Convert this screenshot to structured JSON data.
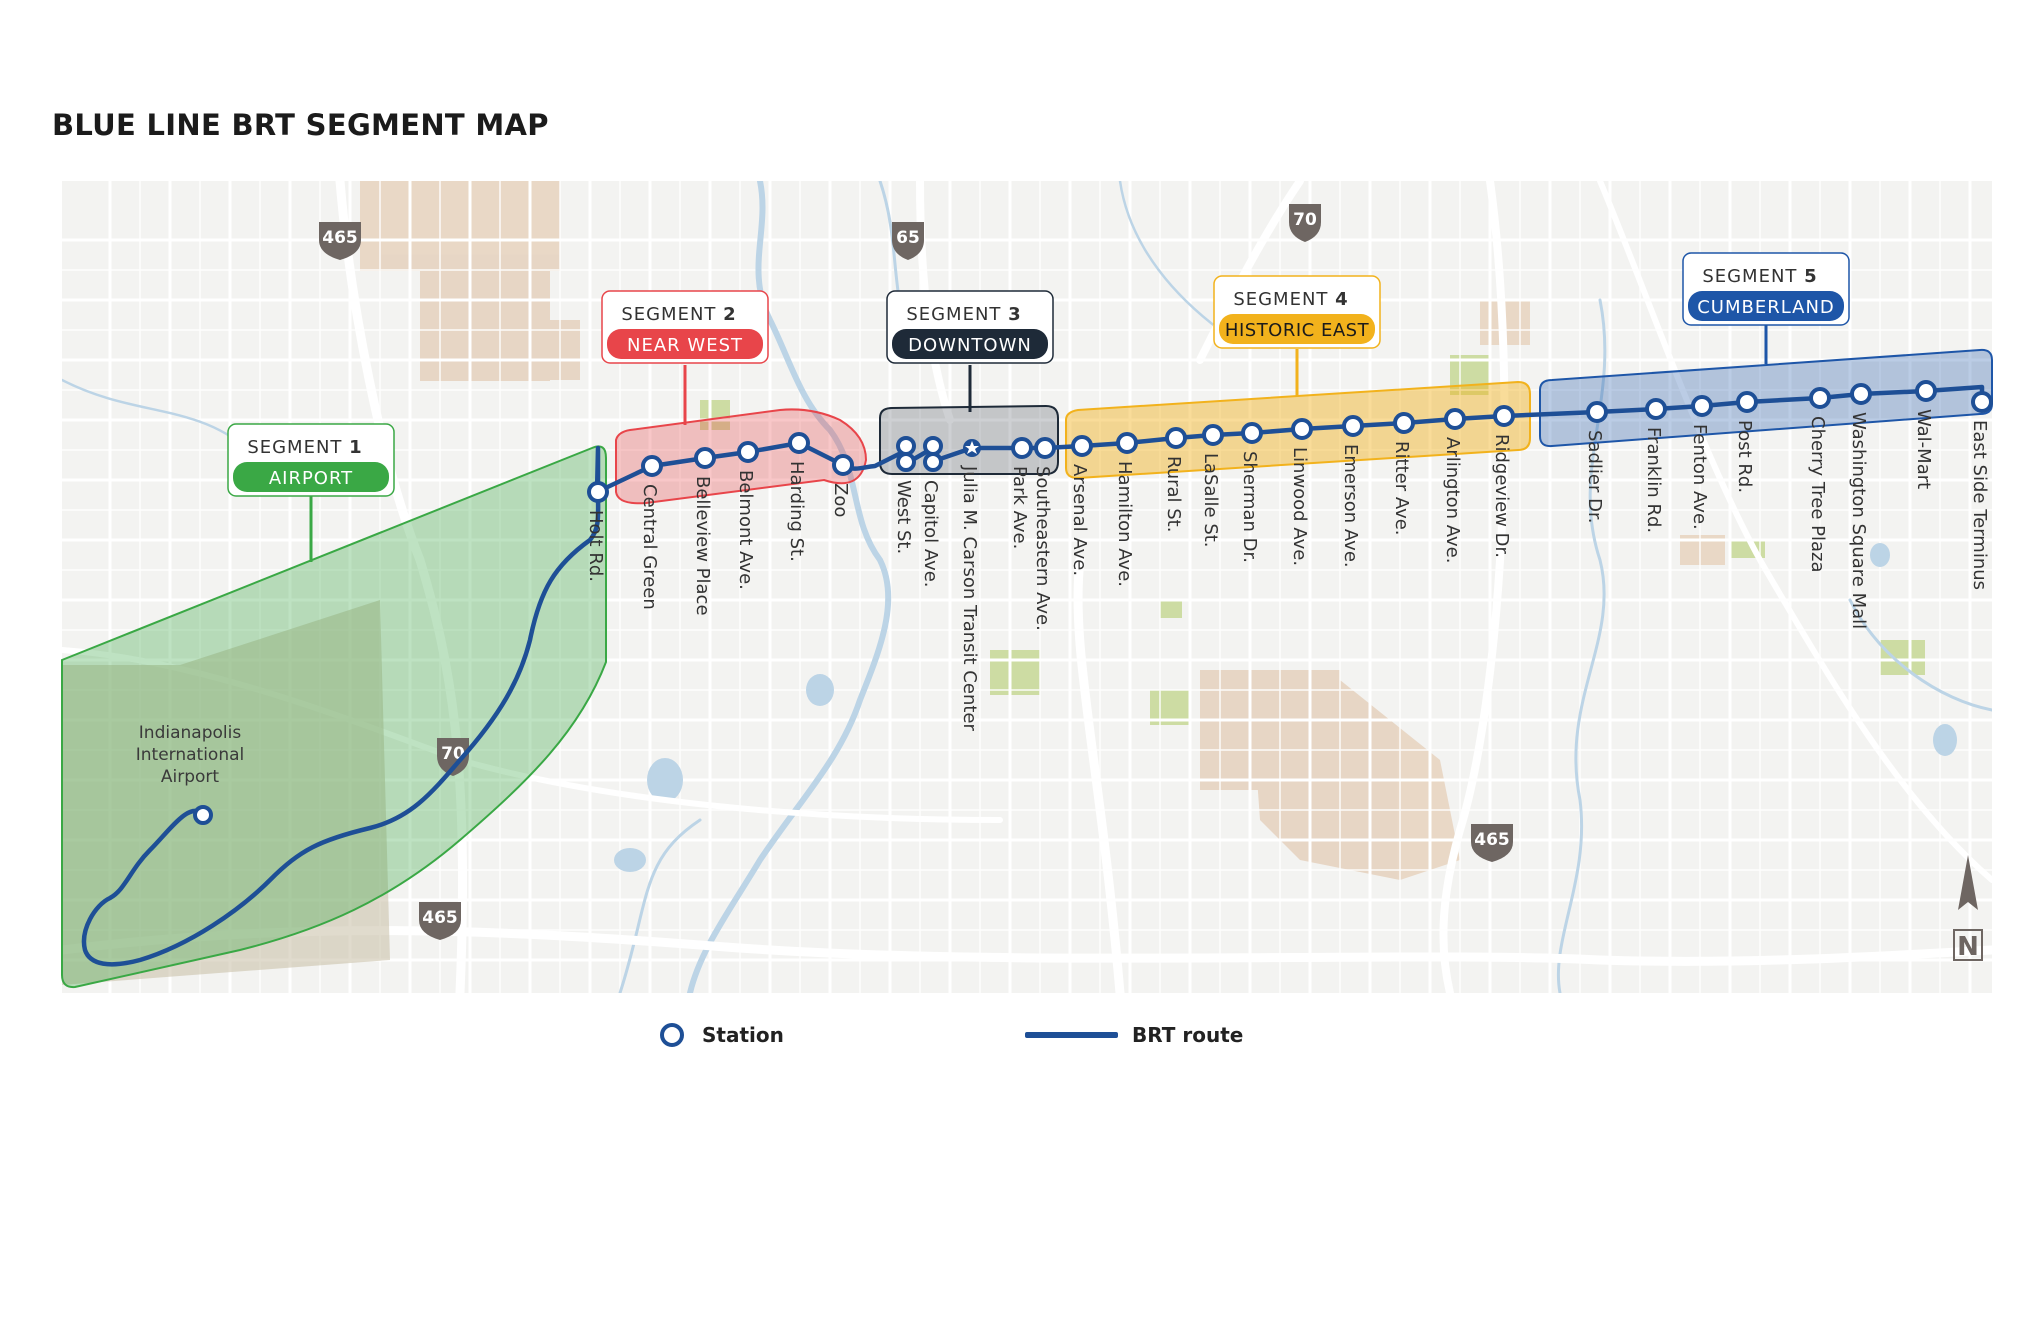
{
  "title": "BLUE LINE BRT SEGMENT MAP",
  "colors": {
    "route": "#1e4f96",
    "segment_1": "#3aa845",
    "segment_2": "#e8454a",
    "segment_3": "#1e2a38",
    "segment_4": "#f2b21c",
    "segment_5": "#1e56a8"
  },
  "airport_label": [
    "Indianapolis",
    "International",
    "Airport"
  ],
  "highway_shields": [
    {
      "number": "465",
      "type": "interstate"
    },
    {
      "number": "65",
      "type": "interstate"
    },
    {
      "number": "70",
      "type": "interstate"
    },
    {
      "number": "70",
      "type": "interstate"
    },
    {
      "number": "465",
      "type": "interstate"
    },
    {
      "number": "465",
      "type": "interstate"
    }
  ],
  "segments": [
    {
      "prefix": "SEGMENT",
      "number": "1",
      "name": "AIRPORT"
    },
    {
      "prefix": "SEGMENT",
      "number": "2",
      "name": "NEAR WEST"
    },
    {
      "prefix": "SEGMENT",
      "number": "3",
      "name": "DOWNTOWN"
    },
    {
      "prefix": "SEGMENT",
      "number": "4",
      "name": "HISTORIC EAST"
    },
    {
      "prefix": "SEGMENT",
      "number": "5",
      "name": "CUMBERLAND"
    }
  ],
  "stations": [
    "Holt Rd.",
    "Central Green",
    "Belleview Place",
    "Belmont Ave.",
    "Harding St.",
    "Zoo",
    "West St.",
    "Capitol Ave.",
    "Julia M. Carson Transit Center",
    "Park Ave.",
    "Southeastern Ave.",
    "Arsenal Ave.",
    "Hamilton Ave.",
    "Rural St.",
    "LaSalle St.",
    "Sherman Dr.",
    "Linwood Ave.",
    "Emerson Ave.",
    "Ritter Ave.",
    "Arlington Ave.",
    "Ridgeview Dr.",
    "Sadlier Dr.",
    "Franklin Rd.",
    "Fenton Ave.",
    "Post Rd.",
    "Cherry Tree Plaza",
    "Washington Square Mall",
    "Wal-Mart",
    "East Side Terminus"
  ],
  "north_arrow": "N",
  "legend": {
    "station": "Station",
    "route": "BRT route"
  }
}
